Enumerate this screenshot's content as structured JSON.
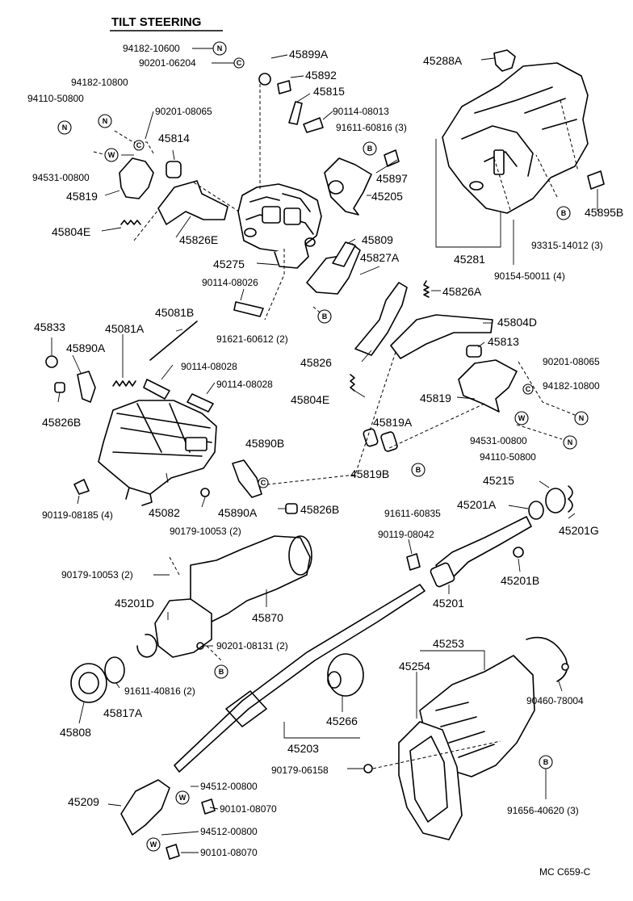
{
  "title": "TILT STEERING",
  "reference_code": "MC  C659-C",
  "symbols": {
    "n": "N",
    "w": "W",
    "b": "B",
    "c": "C"
  },
  "labels": {
    "p94182_10600": "94182-10600",
    "p90201_06204": "90201-06204",
    "p45899A": "45899A",
    "p94182_10800a": "94182-10800",
    "p45892": "45892",
    "p94110_50800a": "94110-50800",
    "p45815": "45815",
    "p90201_08065a": "90201-08065",
    "p90114_08013": "90114-08013",
    "p91611_60816": "91611-60816 (3)",
    "p45814": "45814",
    "p45897": "45897",
    "p94531_00800a": "94531-00800",
    "p45205": "45205",
    "p45819a": "45819",
    "p45804E_a": "45804E",
    "p45826E": "45826E",
    "p45288A": "45288A",
    "p45895B": "45895B",
    "p93315_14012": "93315-14012 (3)",
    "p45281": "45281",
    "p90154_50011": "90154-50011 (4)",
    "p45809": "45809",
    "p45275": "45275",
    "p45827A": "45827A",
    "p90114_08026": "90114-08026",
    "p45826A": "45826A",
    "p45081B": "45081B",
    "p45804D": "45804D",
    "p91621_60612": "91621-60612 (2)",
    "p45833": "45833",
    "p45081A": "45081A",
    "p45813": "45813",
    "p45826": "45826",
    "p45890A_a": "45890A",
    "p90114_08028a": "90114-08028",
    "p90201_08065b": "90201-08065",
    "p90114_08028b": "90114-08028",
    "p94182_10800b": "94182-10800",
    "p45804E_b": "45804E",
    "p45819b": "45819",
    "p45826B_a": "45826B",
    "p45819A": "45819A",
    "p94531_00800b": "94531-00800",
    "p94110_50800b": "94110-50800",
    "p45890B": "45890B",
    "p45819B": "45819B",
    "p45215": "45215",
    "p90119_08185": "90119-08185 (4)",
    "p45082": "45082",
    "p45890A_b": "45890A",
    "p45826B_b": "45826B",
    "p91611_60835": "91611-60835",
    "p45201A": "45201A",
    "p45201G": "45201G",
    "p90179_10053a": "90179-10053 (2)",
    "p90119_08042": "90119-08042",
    "p90179_10053b": "90179-10053 (2)",
    "p45201B": "45201B",
    "p45201D": "45201D",
    "p45870": "45870",
    "p45201": "45201",
    "p90201_08131": "90201-08131 (2)",
    "p45253": "45253",
    "p45254": "45254",
    "p91611_40816": "91611-40816 (2)",
    "p45817A": "45817A",
    "p45808": "45808",
    "p45266": "45266",
    "p90460_78004": "90460-78004",
    "p45203": "45203",
    "p90179_06158": "90179-06158",
    "p45209": "45209",
    "p94512_00800a": "94512-00800",
    "p90101_08070a": "90101-08070",
    "p91656_40620": "91656-40620 (3)",
    "p94512_00800b": "94512-00800",
    "p90101_08070b": "90101-08070"
  }
}
